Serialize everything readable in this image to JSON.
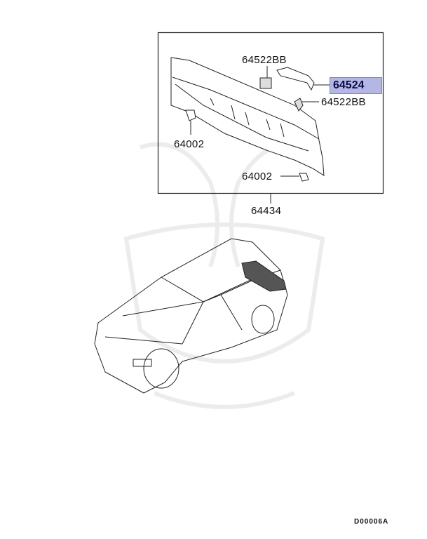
{
  "diagram": {
    "callouts": [
      {
        "part_number": "64522BB"
      },
      {
        "part_number": "64524",
        "highlighted": true
      },
      {
        "part_number": "64522BB"
      },
      {
        "part_number": "64002"
      },
      {
        "part_number": "64002"
      },
      {
        "part_number": "64434"
      }
    ],
    "highlight_color": "#b4b6e6",
    "diagram_code": "D00006A"
  }
}
